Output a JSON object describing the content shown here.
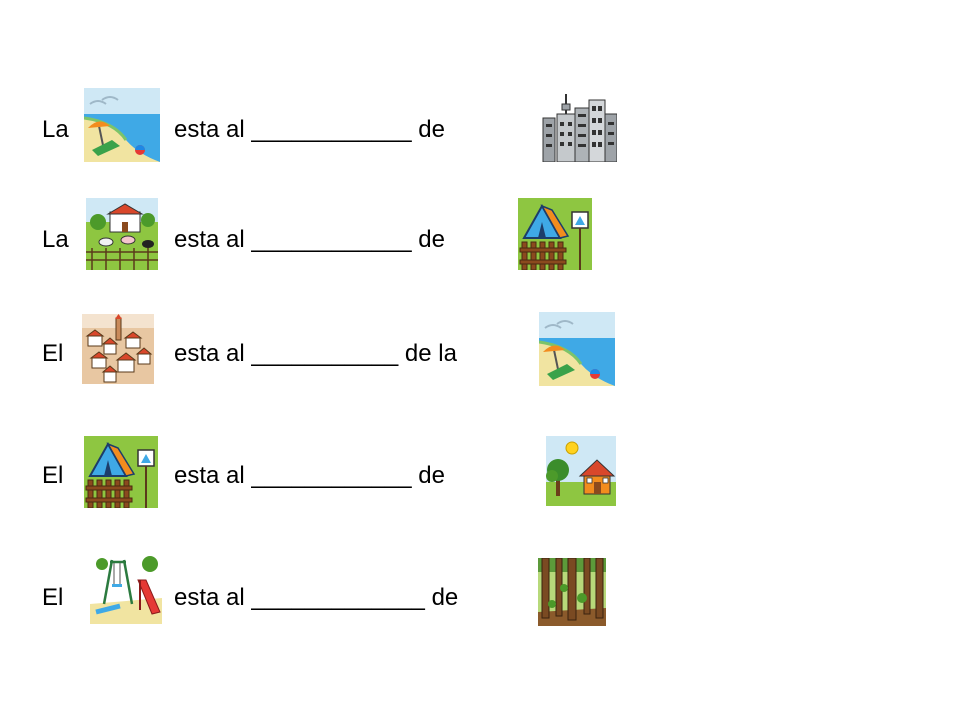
{
  "sentences": [
    {
      "article": "La",
      "middle": "esta al ____________ de",
      "from_icon": "beach-icon",
      "to_icon": "city-icon"
    },
    {
      "article": "La",
      "middle": "esta al ____________ de",
      "from_icon": "farm-countryside-icon",
      "to_icon": "campsite-icon"
    },
    {
      "article": "El",
      "middle": "esta al ___________ de la",
      "from_icon": "village-icon",
      "to_icon": "beach-icon"
    },
    {
      "article": "El",
      "middle": "esta al ____________ de",
      "from_icon": "campsite-icon",
      "to_icon": "countryside-house-icon"
    },
    {
      "article": "El",
      "middle": "esta al _____________ de",
      "from_icon": "playground-icon",
      "to_icon": "forest-icon"
    }
  ],
  "colors": {
    "sky": "#cfe8f5",
    "sea": "#3fa9e6",
    "sand": "#f1e4a1",
    "grass": "#8ec641",
    "roof": "#d9472b",
    "wood": "#8b4a1e"
  }
}
